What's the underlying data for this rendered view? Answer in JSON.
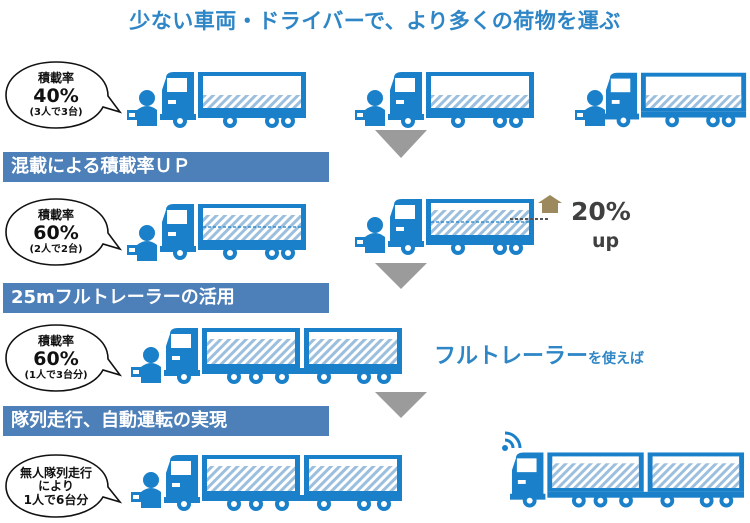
{
  "title": "少ない車両・ドライバーで、より多くの荷物を運ぶ",
  "bands": {
    "b1": "混載による積載率ＵＰ",
    "b2": "25mフルトレーラーの活用",
    "b3": "隊列走行、自動運転の実現"
  },
  "bubbles": {
    "r1": {
      "l1": "積載率",
      "l2": "40%",
      "l3": "(3人で3台)"
    },
    "r2": {
      "l1": "積載率",
      "l2": "60%",
      "l3": "(2人で2台)"
    },
    "r3": {
      "l1": "積載率",
      "l2": "60%",
      "l3": "(1人で3台分)"
    },
    "r4": {
      "l1": "無人隊列走行",
      "l2": "により",
      "l3": "1人で6台分"
    }
  },
  "increase": {
    "value": "20%",
    "unit": "up"
  },
  "fulltrailer": {
    "main": "フルトレーラー",
    "suffix": "を使えば"
  },
  "colors": {
    "accent": "#1a80c9",
    "band": "#4d7fb8",
    "arrow": "#9b9b9b",
    "box": "#9c8a5e"
  },
  "load_levels": {
    "row1": 0.4,
    "row2": 0.6,
    "row3": 0.6
  }
}
